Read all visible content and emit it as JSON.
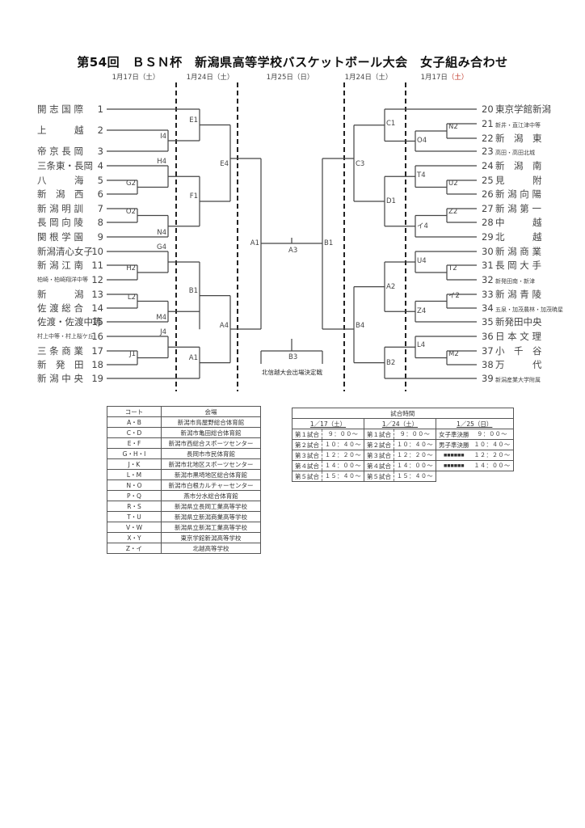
{
  "header": {
    "title": "第54回　ＢＳＮ杯　新潟県高等学校バスケットボール大会　女子組み合わせ",
    "dates": [
      "1月17日（土）",
      "1月24日（土）",
      "1月25日（日）",
      "1月24日（土）",
      "1月17日"
    ],
    "date_last_suffix": "（土）",
    "colors": {
      "text": "#333333",
      "accent_red": "#c0392b"
    }
  },
  "bracket": {
    "left_teams": [
      {
        "seed": "1",
        "name": "開 志 国 際"
      },
      {
        "seed": "2",
        "name": "上　　　越"
      },
      {
        "seed": "3",
        "name": "帝 京 長 岡"
      },
      {
        "seed": "4",
        "name": "三条東・長岡"
      },
      {
        "seed": "5",
        "name": "八　　　海"
      },
      {
        "seed": "6",
        "name": "新　潟　西"
      },
      {
        "seed": "7",
        "name": "新 潟 明 訓"
      },
      {
        "seed": "8",
        "name": "長 岡 向 陵"
      },
      {
        "seed": "9",
        "name": "関 根 学 園"
      },
      {
        "seed": "10",
        "name": "新潟清心女子"
      },
      {
        "seed": "11",
        "name": "新 潟 江 南"
      },
      {
        "seed": "12",
        "name": "柏崎・柏崎翔洋中等",
        "small": true
      },
      {
        "seed": "13",
        "name": "新　　　潟"
      },
      {
        "seed": "14",
        "name": "佐 渡 総 合"
      },
      {
        "seed": "15",
        "name": "佐渡・佐渡中等"
      },
      {
        "seed": "16",
        "name": "村上中等・村上桜ケ丘",
        "small": true
      },
      {
        "seed": "17",
        "name": "三 条 商 業"
      },
      {
        "seed": "18",
        "name": "新　発　田"
      },
      {
        "seed": "19",
        "name": "新 潟 中 央"
      }
    ],
    "right_teams": [
      {
        "seed": "20",
        "name": "東京学館新潟"
      },
      {
        "seed": "21",
        "name": "新井・直江津中等",
        "small": true
      },
      {
        "seed": "22",
        "name": "新　潟　東"
      },
      {
        "seed": "23",
        "name": "高田・高田北城",
        "small": true
      },
      {
        "seed": "24",
        "name": "新　潟　南"
      },
      {
        "seed": "25",
        "name": "見　　　附"
      },
      {
        "seed": "26",
        "name": "新 潟 向 陽"
      },
      {
        "seed": "27",
        "name": "新 潟 第 一"
      },
      {
        "seed": "28",
        "name": "中　　　越"
      },
      {
        "seed": "29",
        "name": "北　　　越"
      },
      {
        "seed": "30",
        "name": "新 潟 商 業"
      },
      {
        "seed": "31",
        "name": "長 岡 大 手"
      },
      {
        "seed": "32",
        "name": "新発田南・新津",
        "small": true
      },
      {
        "seed": "33",
        "name": "新 潟 青 陵"
      },
      {
        "seed": "34",
        "name": "五泉・加茂農林・加茂暁星",
        "small": true
      },
      {
        "seed": "35",
        "name": "新発田中央"
      },
      {
        "seed": "36",
        "name": "日 本 文 理"
      },
      {
        "seed": "37",
        "name": "小　千　谷"
      },
      {
        "seed": "38",
        "name": "万　　　代"
      },
      {
        "seed": "39",
        "name": "新潟産業大学附属",
        "small": true
      }
    ],
    "match_labels": {
      "I4": "I4",
      "E1": "E1",
      "G2": "G2",
      "H4": "H4",
      "O2": "O2",
      "N4": "N4",
      "F1": "F1",
      "E4": "E4",
      "H2": "H2",
      "G4": "G4",
      "L2": "L2",
      "M4": "M4",
      "J1": "J1",
      "J4": "J4",
      "B1L": "B1",
      "A1L": "A1",
      "A4": "A4",
      "C1": "C1",
      "N2": "N2",
      "O4": "O4",
      "T4": "T4",
      "U2": "U2",
      "Z2": "Z2",
      "I4R": "イ4",
      "D1": "D1",
      "C3": "C3",
      "U4": "U4",
      "T2": "T2",
      "I2R": "イ2",
      "Z4": "Z4",
      "A2": "A2",
      "L4": "L4",
      "M2": "M2",
      "B2": "B2",
      "B4": "B4",
      "final_left": "A1",
      "final_right": "B1",
      "final": "A3",
      "third": "B3"
    },
    "third_place_note": "北信越大会出場決定戦"
  },
  "courts_table": {
    "headers": [
      "コート",
      "会場"
    ],
    "rows": [
      [
        "A・B",
        "新潟市鳥屋野総合体育館"
      ],
      [
        "C・D",
        "新潟市亀田総合体育館"
      ],
      [
        "E・F",
        "新潟市西総合スポーツセンター"
      ],
      [
        "G・H・I",
        "長岡市市民体育館"
      ],
      [
        "J・K",
        "新潟市北地区スポーツセンター"
      ],
      [
        "L・M",
        "新潟市黒埼地区総合体育館"
      ],
      [
        "N・O",
        "新潟市白根カルチャーセンター"
      ],
      [
        "P・Q",
        "燕市分水総合体育館"
      ],
      [
        "R・S",
        "新潟県立長岡工業高等学校"
      ],
      [
        "T・U",
        "新潟県立新潟商業高等学校"
      ],
      [
        "V・W",
        "新潟県立新潟工業高等学校"
      ],
      [
        "X・Y",
        "東京学館新潟高等学校"
      ],
      [
        "Z・イ",
        "北越高等学校"
      ]
    ]
  },
  "times_table": {
    "title": "試合時間",
    "days": [
      "1／17（土）",
      "1／24（土）",
      "1／25（日）"
    ],
    "rows": [
      [
        [
          "第１試合",
          "９：００～"
        ],
        [
          "第１試合",
          "９：００～"
        ],
        [
          "女子準決勝",
          "９：００～"
        ]
      ],
      [
        [
          "第２試合",
          "１０：４０～"
        ],
        [
          "第２試合",
          "１０：４０～"
        ],
        [
          "男子準決勝",
          "１０：４０～"
        ]
      ],
      [
        [
          "第３試合",
          "１２：２０～"
        ],
        [
          "第３試合",
          "１２：２０～"
        ],
        [
          "■■■■■■",
          "１２：２０～"
        ]
      ],
      [
        [
          "第４試合",
          "１４：００～"
        ],
        [
          "第４試合",
          "１４：００～"
        ],
        [
          "■■■■■■",
          "１４：００～"
        ]
      ],
      [
        [
          "第５試合",
          "１５：４０～"
        ],
        [
          "第５試合",
          "１５：４０～"
        ],
        null
      ]
    ]
  }
}
